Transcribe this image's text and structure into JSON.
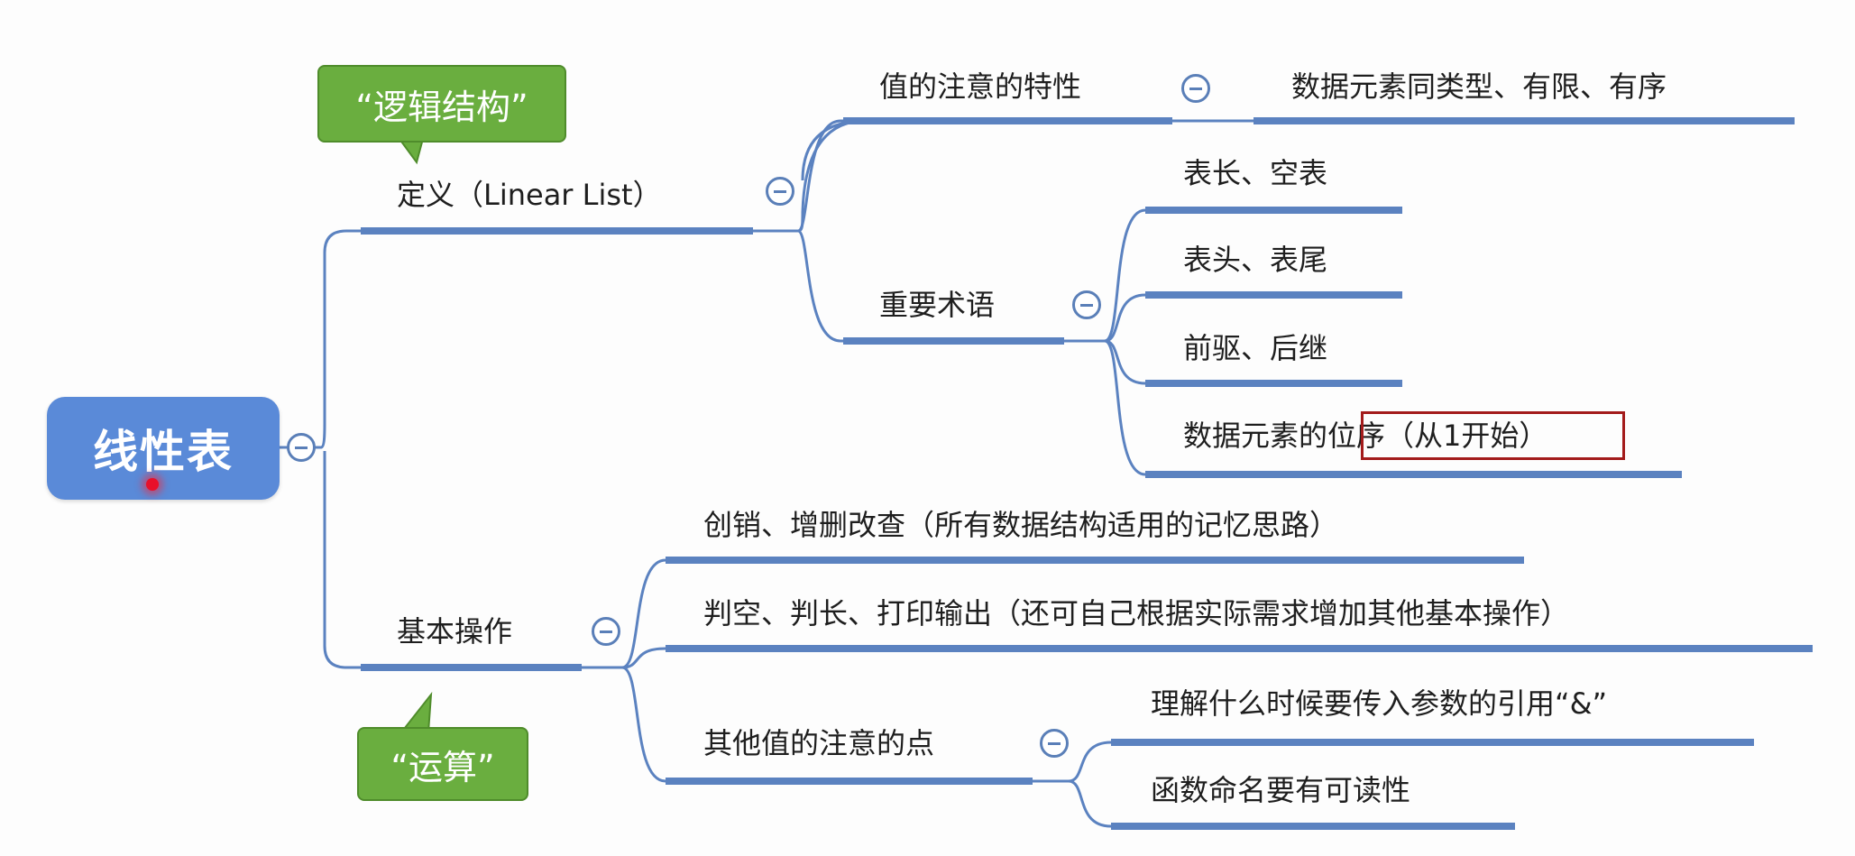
{
  "root": {
    "label": "线性表"
  },
  "callouts": {
    "logic": "“逻辑结构”",
    "ops": "“运算”"
  },
  "branches": {
    "definition": {
      "label": "定义（Linear List）",
      "notable": {
        "label": "值的注意的特性",
        "child": "数据元素同类型、有限、有序"
      },
      "terms": {
        "label": "重要术语",
        "items": [
          "表长、空表",
          "表头、表尾",
          "前驱、后继"
        ],
        "order": {
          "prefix": "数据元素的",
          "highlight": "位序（从1开始）"
        }
      }
    },
    "operations": {
      "label": "基本操作",
      "items": [
        "创销、增删改查（所有数据结构适用的记忆思路）",
        "判空、判长、打印输出（还可自己根据实际需求增加其他基本操作）"
      ],
      "other": {
        "label": "其他值的注意的点",
        "items": [
          "理解什么时候要传入参数的引用“&”",
          "函数命名要有可读性"
        ]
      }
    }
  },
  "colors": {
    "line": "#5b82c0",
    "root": "#5a8ad8",
    "callout": "#6aae3f",
    "highlight": "#a31b1b"
  },
  "icons": [
    "collapse-icon"
  ]
}
